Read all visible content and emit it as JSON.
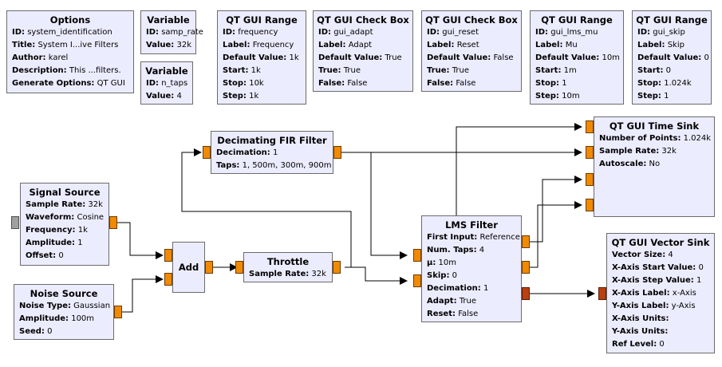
{
  "blocks": {
    "options": {
      "title": "Options",
      "params": [
        {
          "k": "ID:",
          "v": "system_identification"
        },
        {
          "k": "Title:",
          "v": "System I...ive Filters"
        },
        {
          "k": "Author:",
          "v": "karel"
        },
        {
          "k": "Description:",
          "v": "This ...filters."
        },
        {
          "k": "Generate Options:",
          "v": "QT GUI"
        }
      ]
    },
    "var_samp_rate": {
      "title": "Variable",
      "params": [
        {
          "k": "ID:",
          "v": "samp_rate"
        },
        {
          "k": "Value:",
          "v": "32k"
        }
      ]
    },
    "var_n_taps": {
      "title": "Variable",
      "params": [
        {
          "k": "ID:",
          "v": "n_taps"
        },
        {
          "k": "Value:",
          "v": "4"
        }
      ]
    },
    "range_frequency": {
      "title": "QT GUI Range",
      "params": [
        {
          "k": "ID:",
          "v": "frequency"
        },
        {
          "k": "Label:",
          "v": "Frequency"
        },
        {
          "k": "Default Value:",
          "v": "1k"
        },
        {
          "k": "Start:",
          "v": "1k"
        },
        {
          "k": "Stop:",
          "v": "10k"
        },
        {
          "k": "Step:",
          "v": "1k"
        }
      ]
    },
    "check_adapt": {
      "title": "QT GUI Check Box",
      "params": [
        {
          "k": "ID:",
          "v": "gui_adapt"
        },
        {
          "k": "Label:",
          "v": "Adapt"
        },
        {
          "k": "Default Value:",
          "v": "True"
        },
        {
          "k": "True:",
          "v": "True"
        },
        {
          "k": "False:",
          "v": "False"
        }
      ]
    },
    "check_reset": {
      "title": "QT GUI Check Box",
      "params": [
        {
          "k": "ID:",
          "v": "gui_reset"
        },
        {
          "k": "Label:",
          "v": "Reset"
        },
        {
          "k": "Default Value:",
          "v": "False"
        },
        {
          "k": "True:",
          "v": "True"
        },
        {
          "k": "False:",
          "v": "False"
        }
      ]
    },
    "range_lms_mu": {
      "title": "QT GUI Range",
      "params": [
        {
          "k": "ID:",
          "v": "gui_lms_mu"
        },
        {
          "k": "Label:",
          "v": "Mu"
        },
        {
          "k": "Default Value:",
          "v": "10m"
        },
        {
          "k": "Start:",
          "v": "1m"
        },
        {
          "k": "Stop:",
          "v": "1"
        },
        {
          "k": "Step:",
          "v": "10m"
        }
      ]
    },
    "range_skip": {
      "title": "QT GUI Range",
      "params": [
        {
          "k": "ID:",
          "v": "gui_skip"
        },
        {
          "k": "Label:",
          "v": "Skip"
        },
        {
          "k": "Default Value:",
          "v": "0"
        },
        {
          "k": "Start:",
          "v": "0"
        },
        {
          "k": "Stop:",
          "v": "1.024k"
        },
        {
          "k": "Step:",
          "v": "1"
        }
      ]
    },
    "decimating_fir": {
      "title": "Decimating FIR Filter",
      "params": [
        {
          "k": "Decimation:",
          "v": "1"
        },
        {
          "k": "Taps:",
          "v": "1, 500m, 300m, 900m"
        }
      ]
    },
    "signal_source": {
      "title": "Signal Source",
      "params": [
        {
          "k": "Sample Rate:",
          "v": "32k"
        },
        {
          "k": "Waveform:",
          "v": "Cosine"
        },
        {
          "k": "Frequency:",
          "v": "1k"
        },
        {
          "k": "Amplitude:",
          "v": "1"
        },
        {
          "k": "Offset:",
          "v": "0"
        }
      ]
    },
    "noise_source": {
      "title": "Noise Source",
      "params": [
        {
          "k": "Noise Type:",
          "v": "Gaussian"
        },
        {
          "k": "Amplitude:",
          "v": "100m"
        },
        {
          "k": "Seed:",
          "v": "0"
        }
      ]
    },
    "add": {
      "title": "Add",
      "params": []
    },
    "throttle": {
      "title": "Throttle",
      "params": [
        {
          "k": "Sample Rate:",
          "v": "32k"
        }
      ]
    },
    "lms_filter": {
      "title": "LMS Filter",
      "params": [
        {
          "k": "First Input:",
          "v": "Reference"
        },
        {
          "k": "Num. Taps:",
          "v": "4"
        },
        {
          "k": "µ:",
          "v": "10m"
        },
        {
          "k": "Skip:",
          "v": "0"
        },
        {
          "k": "Decimation:",
          "v": "1"
        },
        {
          "k": "Adapt:",
          "v": "True"
        },
        {
          "k": "Reset:",
          "v": "False"
        }
      ]
    },
    "time_sink": {
      "title": "QT GUI Time Sink",
      "params": [
        {
          "k": "Number of Points:",
          "v": "1.024k"
        },
        {
          "k": "Sample Rate:",
          "v": "32k"
        },
        {
          "k": "Autoscale:",
          "v": "No"
        }
      ]
    },
    "vector_sink": {
      "title": "QT GUI Vector Sink",
      "params": [
        {
          "k": "Vector Size:",
          "v": "4"
        },
        {
          "k": "X-Axis Start Value:",
          "v": "0"
        },
        {
          "k": "X-Axis Step Value:",
          "v": "1"
        },
        {
          "k": "X-Axis Label:",
          "v": "x-Axis"
        },
        {
          "k": "Y-Axis Label:",
          "v": "y-Axis"
        },
        {
          "k": "X-Axis Units:",
          "v": ""
        },
        {
          "k": "Y-Axis Units:",
          "v": ""
        },
        {
          "k": "Ref Level:",
          "v": "0"
        }
      ]
    }
  },
  "colors": {
    "block_fill": "#ececff",
    "block_border": "#6b6b6b",
    "stream_port": "#f08a00",
    "vector_port": "#b94010",
    "disabled_port": "#a0a0a0",
    "wire": "#000000"
  }
}
